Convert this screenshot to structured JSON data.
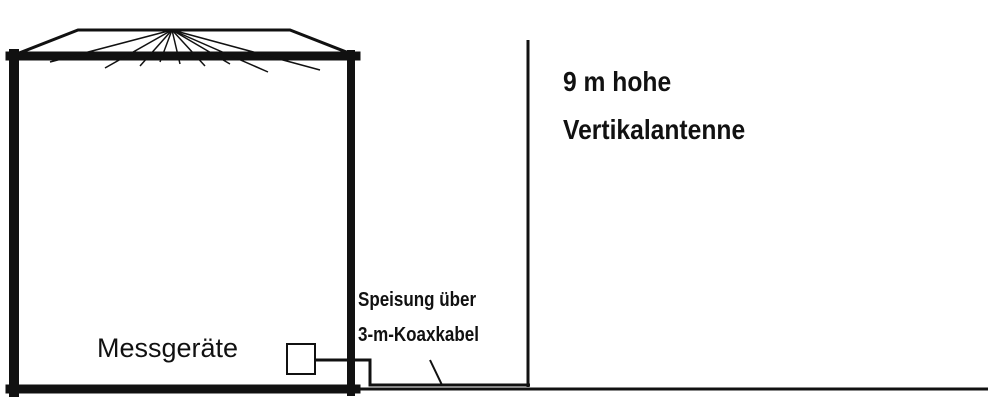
{
  "labels": {
    "antenna_line1": "9 m hohe",
    "antenna_line2": "Vertikalantenne",
    "feed_line1": "Speisung über",
    "feed_line2": "3-m-Koaxkabel",
    "instruments": "Messgeräte"
  },
  "colors": {
    "ink": "#111111",
    "background": "#ffffff"
  }
}
